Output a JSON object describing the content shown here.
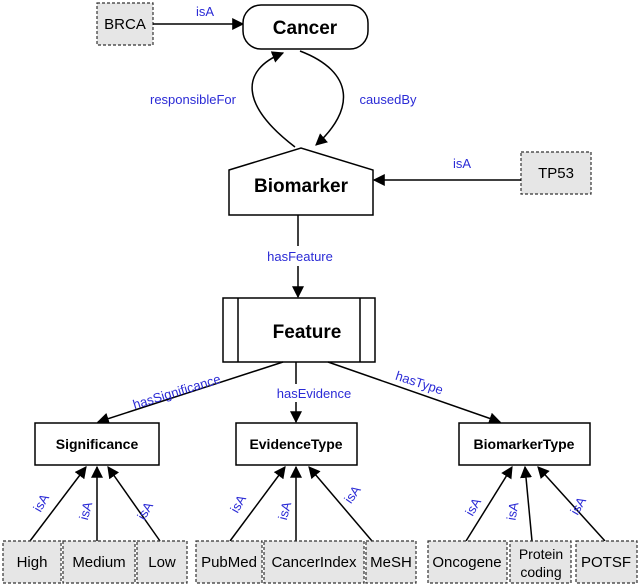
{
  "nodes": {
    "brca": "BRCA",
    "cancer": "Cancer",
    "biomarker": "Biomarker",
    "tp53": "TP53",
    "feature": "Feature",
    "significance": "Significance",
    "evidence_type": "EvidenceType",
    "biomarker_type": "BiomarkerType",
    "high": "High",
    "medium": "Medium",
    "low": "Low",
    "pubmed": "PubMed",
    "cancerindex": "CancerIndex",
    "mesh": "MeSH",
    "oncogene": "Oncogene",
    "protein_coding_line1": "Protein",
    "protein_coding_line2": "coding",
    "potsf": "POTSF"
  },
  "edges": {
    "brca_cancer": "isA",
    "responsible_for": "responsibleFor",
    "caused_by": "causedBy",
    "tp53_biomarker": "isA",
    "has_feature": "hasFeature",
    "has_significance": "hasSignificance",
    "has_evidence": "hasEvidence",
    "has_type": "hasType",
    "high_isa": "isA",
    "medium_isa": "isA",
    "low_isa": "isA",
    "pubmed_isa": "isA",
    "cancerindex_isa": "isA",
    "mesh_isa": "isA",
    "oncogene_isa": "isA",
    "protein_isa": "isA",
    "potsf_isa": "isA"
  }
}
